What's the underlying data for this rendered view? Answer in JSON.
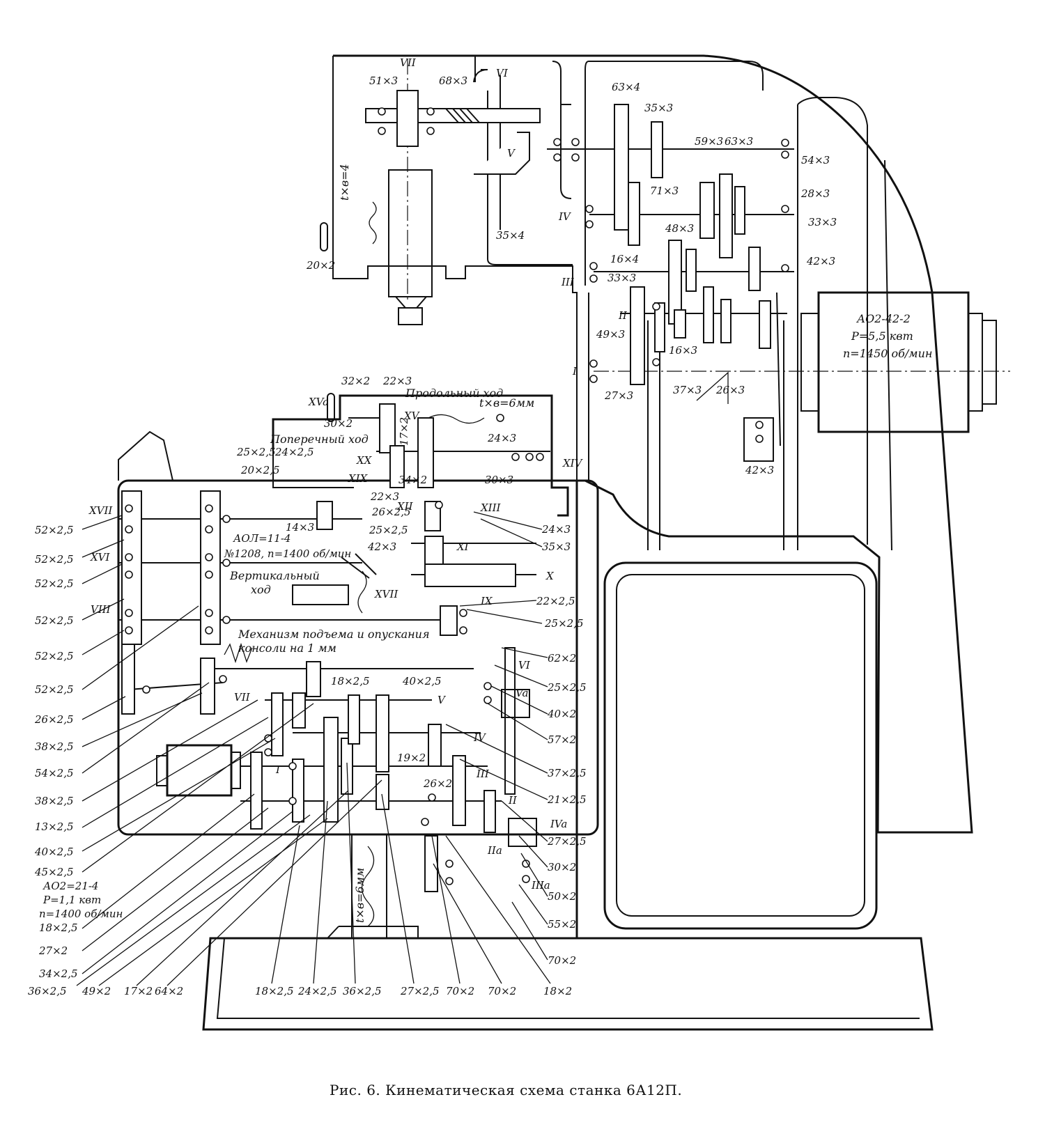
{
  "caption": "Рис. 6. Кинематическая схема станка 6А12П.",
  "notes": {
    "prodol": "Продольный ход",
    "poperech": "Поперечный ход",
    "vertik1": "Вертикальный",
    "vertik2": "ход",
    "mech1": "Механизм подъема и опускания",
    "mech2": "консоли на 1 мм",
    "txv_top": "t×в=4",
    "txv_table": "t×в=6мм",
    "txv_bottom": "t×в=6мм"
  },
  "motor_main": {
    "model": "АО2-42-2",
    "power": "Р=5,5 квт",
    "speed": "п=1450 об/мин"
  },
  "motor_fast": {
    "model": "АОЛ=11-4",
    "spec": "№1208, п=1400 об/мин"
  },
  "motor_feed": {
    "model": "АО2=21-4",
    "power": "Р=1,1 квт",
    "speed": "п=1400 об/мин"
  },
  "shafts_head": [
    "VII",
    "VI",
    "V",
    "IV",
    "III",
    "II",
    "I"
  ],
  "shafts_feed": [
    "XVa",
    "XV",
    "XIV",
    "XIX",
    "XX",
    "XVII",
    "XVI",
    "VIII",
    "XII",
    "XIII",
    "XI",
    "X",
    "IX",
    "XVII",
    "VI",
    "Va",
    "V",
    "VII",
    "IV",
    "I",
    "III",
    "II",
    "IVa",
    "IIa",
    "IIIa"
  ],
  "gears_head": [
    "51×3",
    "68×3",
    "35×4",
    "20×2",
    "63×4",
    "35×3",
    "59×3",
    "63×3",
    "54×3",
    "71×3",
    "28×3",
    "48×3",
    "33×3",
    "16×4",
    "42×3",
    "33×3",
    "49×3",
    "16×3",
    "27×3",
    "37×3",
    "26×3",
    "42×3"
  ],
  "gears_table": [
    "32×2",
    "22×3",
    "30×2",
    "17×2",
    "24×3",
    "25×2,5",
    "24×2,5",
    "20×2,5",
    "34×2",
    "30×3",
    "22×3",
    "26×2,5",
    "25×2,5",
    "24×3",
    "35×3",
    "14×3",
    "42×3",
    "22×2,5",
    "25×2,5"
  ],
  "gears_feed_left": [
    "52×2,5",
    "52×2,5",
    "52×2,5",
    "52×2,5",
    "52×2,5",
    "52×2,5",
    "26×2,5",
    "38×2,5",
    "54×2,5",
    "38×2,5",
    "13×2,5",
    "40×2,5",
    "45×2,5"
  ],
  "gears_feed_right": [
    "62×2",
    "25×2,5",
    "40×2",
    "57×2",
    "37×2,5",
    "21×2,5",
    "27×2,5",
    "30×2",
    "50×2",
    "55×2",
    "70×2"
  ],
  "gears_feed_bottom": [
    "18×2,5",
    "27×2",
    "34×2,5",
    "36×2,5",
    "49×2",
    "17×2",
    "64×2",
    "18×2,5",
    "24×2,5",
    "36×2,5",
    "27×2,5",
    "70×2",
    "70×2",
    "18×2"
  ],
  "gears_feed_inner": [
    "18×2,5",
    "40×2,5",
    "19×2",
    "26×2"
  ]
}
